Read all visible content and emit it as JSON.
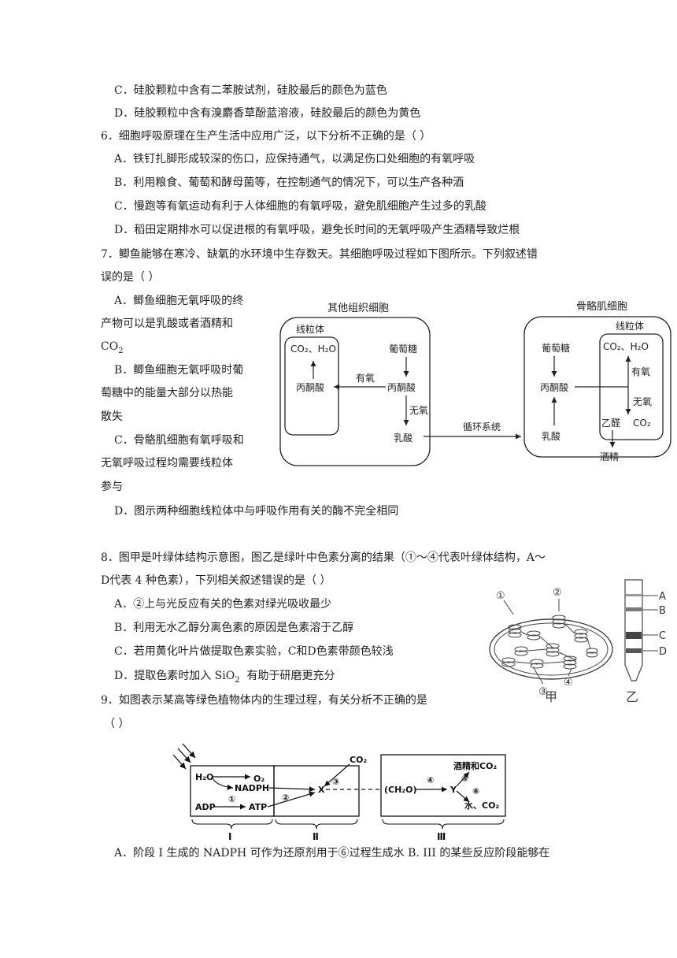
{
  "q5": {
    "optC": "C．硅胶颗粒中含有二苯胺试剂，硅胶最后的颜色为蓝色",
    "optD": "D．硅胶颗粒中含有溴麝香草酚蓝溶液，硅胶最后的颜色为黄色"
  },
  "q6": {
    "stem": "6．细胞呼吸原理在生产生活中应用广泛，以下分析不正确的是（            ）",
    "optA": "A．铁钉扎脚形成较深的伤口，应保持通气，以满足伤口处细胞的有氧呼吸",
    "optB": "B．利用粮食、葡萄和酵母菌等，在控制通气的情况下，可以生产各种酒",
    "optC": "C．慢跑等有氧运动有利于人体细胞的有氧呼吸，避免肌细胞产生过多的乳酸",
    "optD": "D．稻田定期排水可以促进根的有氧呼吸，避免长时间的无氧呼吸产生酒精导致烂根"
  },
  "q7": {
    "stem1": "7．鲫鱼能够在寒冷、缺氧的水环境中生存数天。其细胞呼吸过程如下图所示。下列叙述错",
    "stem2": "误的是（            ）",
    "optA1": "A．鲫鱼细胞无氧呼吸的终",
    "optA2": "产物可以是乳酸或者酒精和",
    "optA3": "CO",
    "optA3sub": "2",
    "optB1": "B．鲫鱼细胞无氧呼吸时葡",
    "optB2": "萄糖中的能量大部分以热能",
    "optB3": "散失",
    "optC1": "C．骨骼肌细胞有氧呼吸和",
    "optC2": "无氧呼吸过程均需要线粒体",
    "optC3": "参与",
    "optD": "D．图示两种细胞线粒体中与呼吸作用有关的酶不完全相同",
    "diagram": {
      "left_title": "其他组织细胞",
      "right_title": "骨骼肌细胞",
      "mito": "线粒体",
      "co2_h2o": "CO₂、H₂O",
      "glucose": "葡萄糖",
      "pyruvate": "丙酮酸",
      "aerobic": "有氧",
      "anaerobic": "无氧",
      "lactate": "乳酸",
      "circulation": "循环系统",
      "acetaldehyde": "乙醛",
      "co2": "CO₂",
      "ethanol": "酒精"
    }
  },
  "q8": {
    "stem1": "8．图甲是叶绿体结构示意图，图乙是绿叶中色素分离的结果（①～④代表叶绿体结构，A～",
    "stem2": "D代表 4 种色素），下列相关叙述错误的是（            ）",
    "optA": "A．②上与光反应有关的色素对绿光吸收最少",
    "optB": "B．利用无水乙醇分离色素的原因是色素溶于乙醇",
    "optC": "C．若用黄化叶片做提取色素实验，C和D色素带颜色较浅",
    "optD_pre": "D．提取色素时加入 SiO",
    "optD_sub": "2",
    "optD_post": "  有助于研磨更充分",
    "fig_jia": {
      "label": "甲",
      "n1": "①",
      "n2": "②",
      "n3": "③",
      "n4": "④"
    },
    "fig_yi": {
      "label": "乙",
      "A": "A",
      "B": "B",
      "C": "C",
      "D": "D"
    }
  },
  "q9": {
    "stem1": "9．如图表示某高等绿色植物体内的生理过程，有关分析不正确的是",
    "stem2": "（      ）",
    "diagram": {
      "h2o": "H₂O",
      "o2": "O₂",
      "nadph": "NADPH",
      "adp": "ADP",
      "atp": "ATP",
      "x": "X",
      "co2": "CO₂",
      "ch2o": "(CH₂O)",
      "y": "Y",
      "ethanol_co2": "酒精和CO₂",
      "water_co2": "水、CO₂",
      "c1": "①",
      "c2": "②",
      "c3": "③",
      "c4": "④",
      "c5": "⑤",
      "c6": "⑥",
      "stage1": "Ⅰ",
      "stage2": "Ⅱ",
      "stage3": "Ⅲ"
    },
    "optAB": "A．阶段 I 生成的 NADPH 可作为还原剂用于⑥过程生成水 B. III 的某些反应阶段能够在"
  }
}
